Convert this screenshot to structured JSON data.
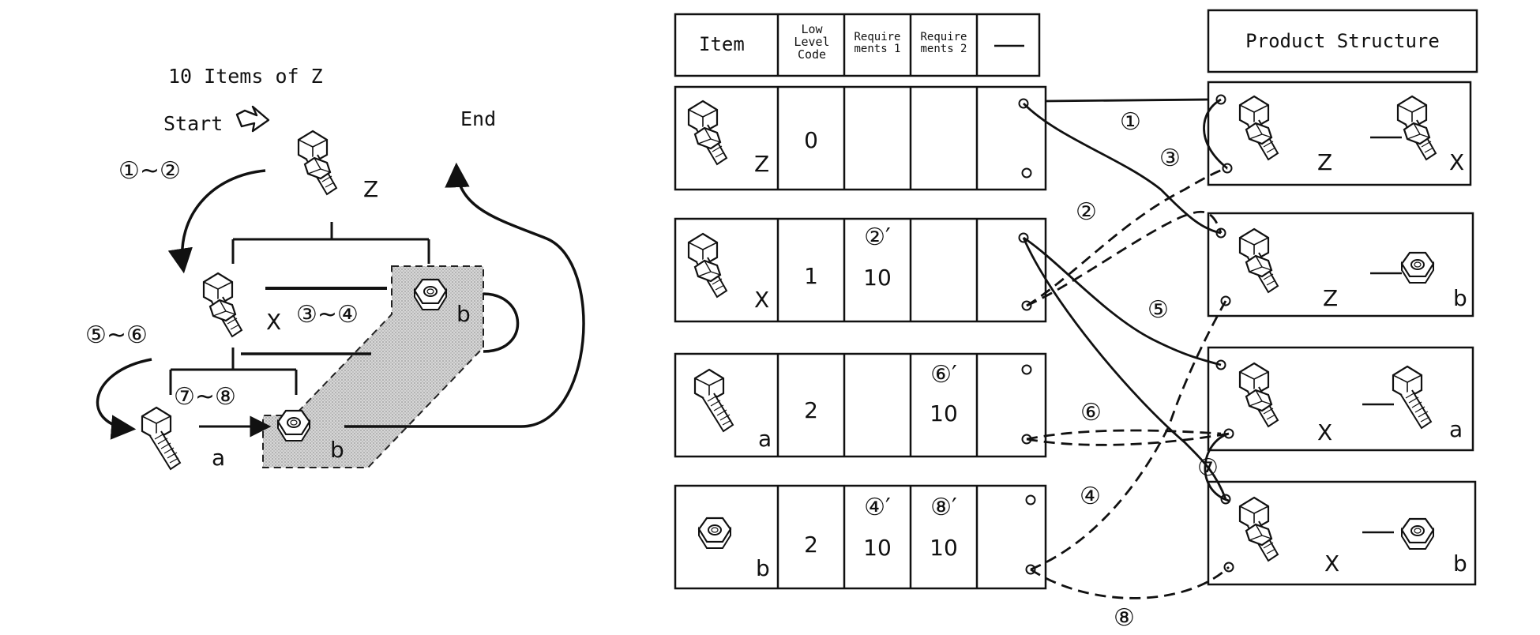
{
  "diagram": {
    "left": {
      "title": "10 Items of Z",
      "start": "Start",
      "end": "End",
      "step_labels": [
        "①~②",
        "③~④",
        "⑤~⑥",
        "⑦~⑧"
      ],
      "item_letters": {
        "z": "Z",
        "x": "X",
        "a": "a",
        "b_top": "b",
        "b_bottom": "b"
      }
    },
    "table": {
      "headers": [
        "Item",
        "Low Level Code",
        "Require ments 1",
        "Require ments 2",
        "—"
      ],
      "rows": [
        {
          "item": "Z",
          "llc": "0",
          "req1_step": "",
          "req1": "",
          "req2_step": "",
          "req2": ""
        },
        {
          "item": "X",
          "llc": "1",
          "req1_step": "②′",
          "req1": "10",
          "req2_step": "",
          "req2": ""
        },
        {
          "item": "a",
          "llc": "2",
          "req1_step": "",
          "req1": "",
          "req2_step": "⑥′",
          "req2": "10"
        },
        {
          "item": "b",
          "llc": "2",
          "req1_step": "④′",
          "req1": "10",
          "req2_step": "⑧′",
          "req2": "10"
        }
      ]
    },
    "product_structure": {
      "header": "Product Structure",
      "rows": [
        {
          "parent": "Z",
          "child": "X"
        },
        {
          "parent": "Z",
          "child": "b"
        },
        {
          "parent": "X",
          "child": "a"
        },
        {
          "parent": "X",
          "child": "b"
        }
      ]
    },
    "links": [
      "①",
      "②",
      "③",
      "④",
      "⑤",
      "⑥",
      "⑦",
      "⑧"
    ]
  }
}
